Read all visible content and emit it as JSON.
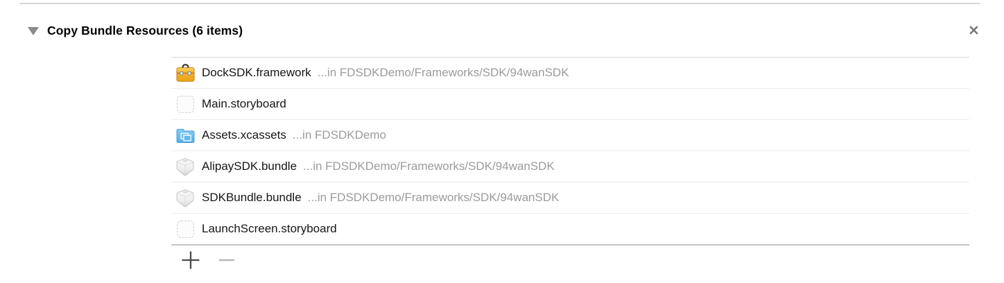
{
  "header": {
    "title": "Copy Bundle Resources (6 items)",
    "disclosure_icon": "disclosure-triangle-icon",
    "expanded": true,
    "close_icon": "close-icon"
  },
  "table": {
    "item_count": 6,
    "rows": [
      {
        "icon": "framework-icon",
        "name": "DockSDK.framework",
        "path": "...in FDSDKDemo/Frameworks/SDK/94wanSDK"
      },
      {
        "icon": "placeholder-icon",
        "name": "Main.storyboard",
        "path": ""
      },
      {
        "icon": "xcassets-icon",
        "name": "Assets.xcassets",
        "path": "...in FDSDKDemo"
      },
      {
        "icon": "bundle-icon",
        "name": "AlipaySDK.bundle",
        "path": "...in FDSDKDemo/Frameworks/SDK/94wanSDK"
      },
      {
        "icon": "bundle-icon",
        "name": "SDKBundle.bundle",
        "path": "...in FDSDKDemo/Frameworks/SDK/94wanSDK"
      },
      {
        "icon": "placeholder-icon",
        "name": "LaunchScreen.storyboard",
        "path": ""
      }
    ]
  },
  "controls": {
    "add_icon": "plus-icon",
    "add_enabled": true,
    "remove_icon": "minus-icon",
    "remove_enabled": false
  },
  "colors": {
    "title_text": "#000000",
    "file_name_text": "#161616",
    "file_path_text": "#9b9b9b",
    "row_separator": "#ececec",
    "table_top_border": "#d9d9d9",
    "table_bottom_border": "#c5c5c5",
    "disclosure_gray": "#8b8b8b",
    "close_gray": "#7a7a7a",
    "toolbox_orange": "#f3af2e",
    "folder_blue": "#63b9ec",
    "plus_gray": "#4a4a4a",
    "minus_gray": "#b7b7b7"
  }
}
